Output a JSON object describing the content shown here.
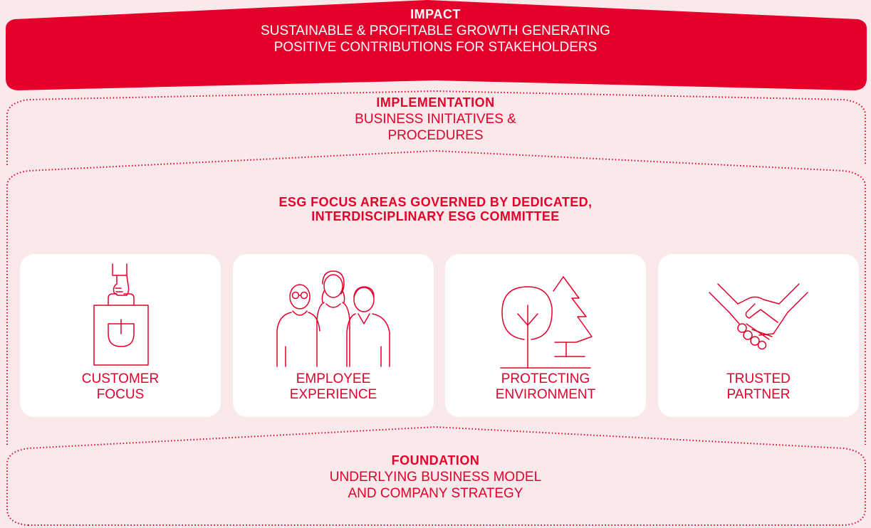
{
  "colors": {
    "accent": "#e4002b",
    "background": "#f9e9ea",
    "card": "#ffffff"
  },
  "impact": {
    "title": "IMPACT",
    "line1": "SUSTAINABLE & PROFITABLE GROWTH GENERATING",
    "line2": "POSITIVE CONTRIBUTIONS FOR STAKEHOLDERS"
  },
  "implementation": {
    "title": "IMPLEMENTATION",
    "line1": "BUSINESS INITIATIVES &",
    "line2": "PROCEDURES"
  },
  "esg": {
    "line1": "ESG FOCUS AREAS GOVERNED BY DEDICATED,",
    "line2": "INTERDISCIPLINARY ESG COMMITTEE",
    "cards": [
      {
        "icon": "shopping-bag-icon",
        "line1": "CUSTOMER",
        "line2": "FOCUS"
      },
      {
        "icon": "people-group-icon",
        "line1": "EMPLOYEE",
        "line2": "EXPERIENCE"
      },
      {
        "icon": "trees-icon",
        "line1": "PROTECTING",
        "line2": "ENVIRONMENT"
      },
      {
        "icon": "handshake-icon",
        "line1": "TRUSTED",
        "line2": "PARTNER"
      }
    ]
  },
  "foundation": {
    "title": "FOUNDATION",
    "line1": "UNDERLYING BUSINESS MODEL",
    "line2": "AND COMPANY STRATEGY"
  }
}
